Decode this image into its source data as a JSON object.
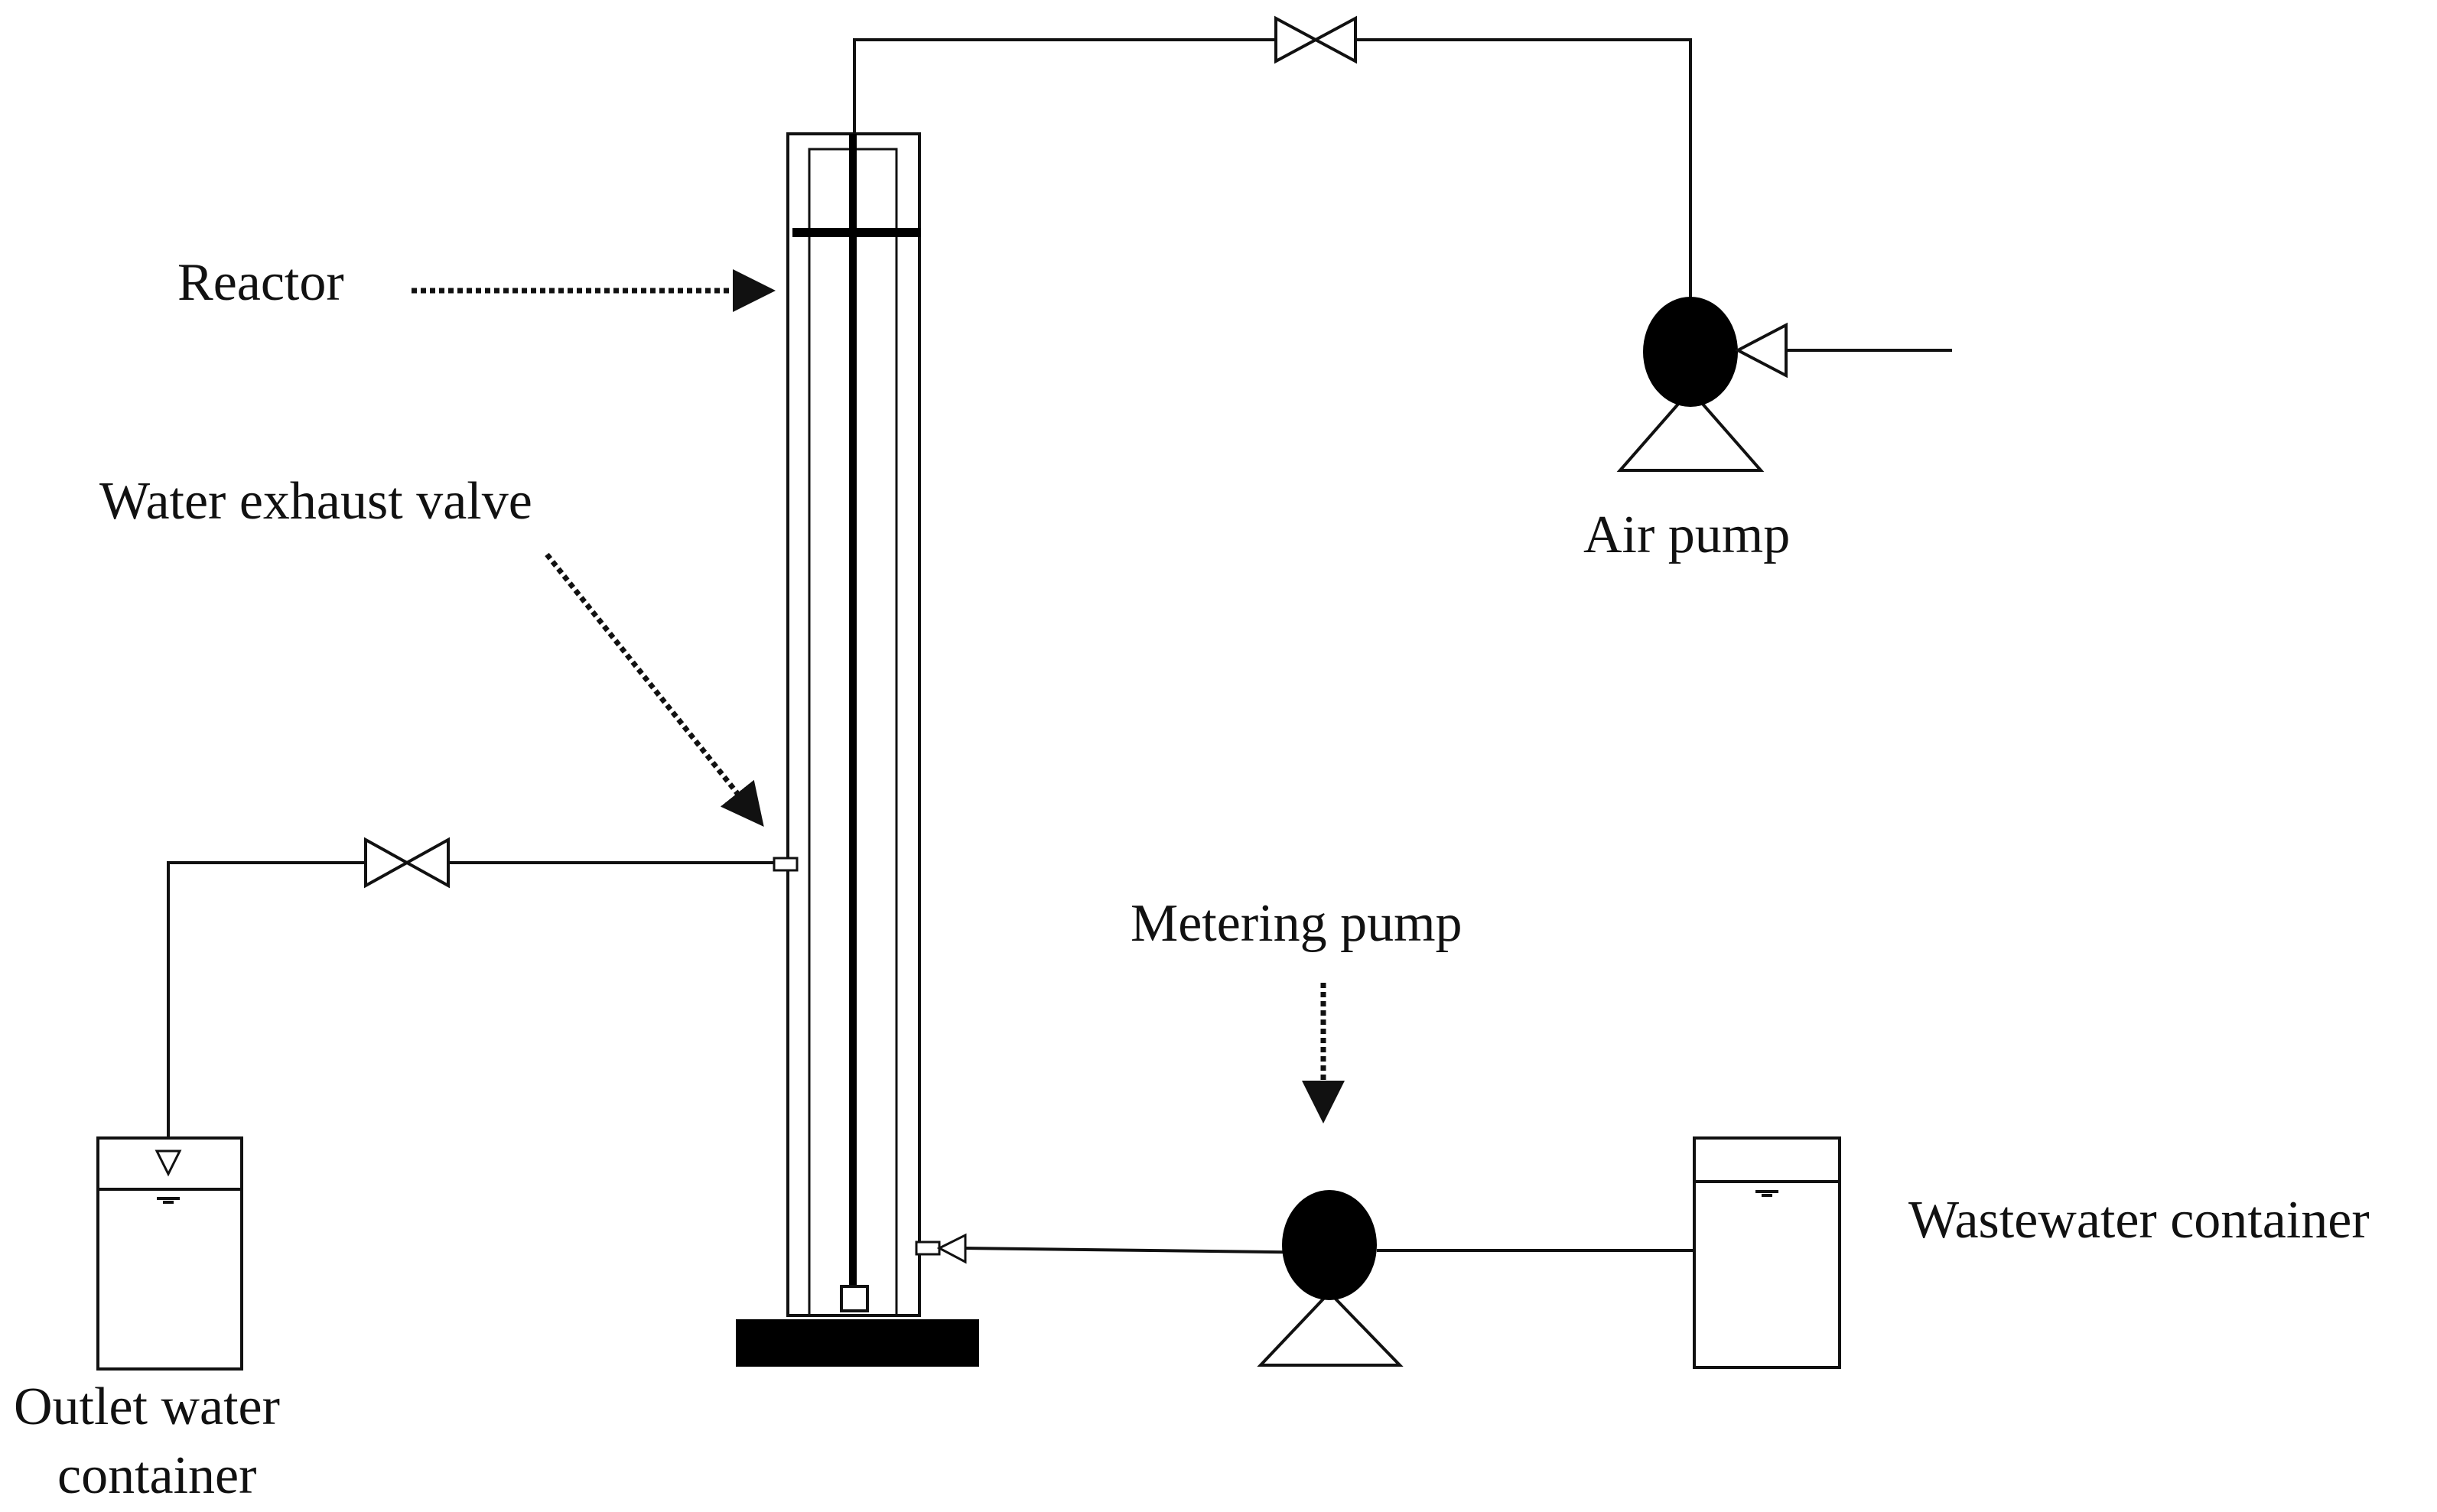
{
  "labels": {
    "reactor": "Reactor",
    "water_exhaust_valve": "Water exhaust valve",
    "air_pump": "Air pump",
    "metering_pump": "Metering pump",
    "wastewater_container": "Wastewater container",
    "outlet_water_container_line1": "Outlet water",
    "outlet_water_container_line2": "container"
  },
  "colors": {
    "stroke": "#111111",
    "fill_dark": "#000000",
    "background": "#ffffff"
  },
  "icons": {
    "valve": "bowtie-valve-icon",
    "pump": "pump-icon",
    "flow_arrow": "triangle-arrow-icon"
  }
}
